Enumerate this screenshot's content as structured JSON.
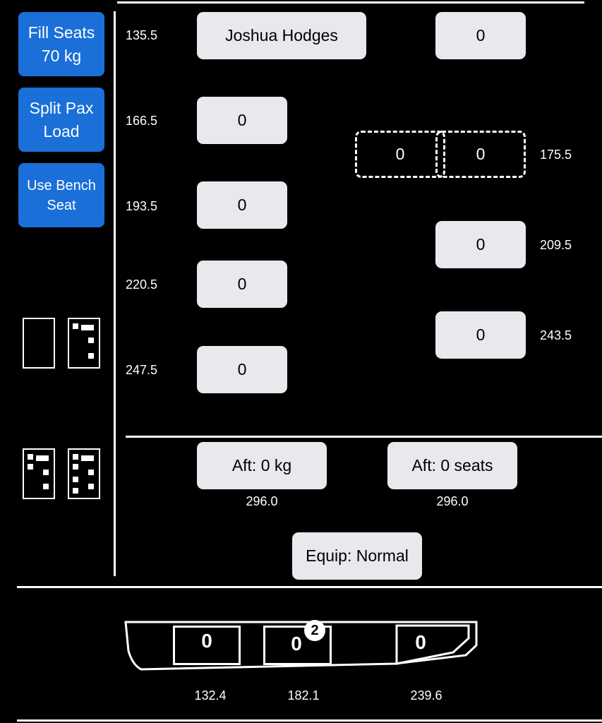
{
  "sidebar": {
    "fill_seats": "Fill Seats\n70 kg",
    "split_pax": "Split Pax\nLoad",
    "bench_seat": "Use Bench\nSeat"
  },
  "left_column": {
    "row1": {
      "arm": "135.5",
      "value": "Joshua Hodges"
    },
    "row2": {
      "arm": "166.5",
      "value": "0"
    },
    "row3": {
      "arm": "193.5",
      "value": "0"
    },
    "row4": {
      "arm": "220.5",
      "value": "0"
    },
    "row5": {
      "arm": "247.5",
      "value": "0"
    }
  },
  "right_column": {
    "row1": {
      "value": "0"
    },
    "bench": {
      "left_value": "0",
      "right_value": "0",
      "arm": "175.5"
    },
    "row3": {
      "arm": "209.5",
      "value": "0"
    },
    "row4": {
      "arm": "243.5",
      "value": "0"
    }
  },
  "aft": {
    "kg_label": "Aft: 0 kg",
    "kg_arm": "296.0",
    "seats_label": "Aft: 0 seats",
    "seats_arm": "296.0"
  },
  "equip": {
    "label": "Equip: Normal"
  },
  "cargo": {
    "bay1": {
      "value": "0",
      "arm": "132.4"
    },
    "bay2": {
      "value": "0",
      "arm": "182.1",
      "badge": "2"
    },
    "bay3": {
      "value": "0",
      "arm": "239.6"
    }
  },
  "icons": [
    "layout-empty-icon",
    "layout-single-icon",
    "layout-double-icon",
    "layout-full-icon"
  ]
}
